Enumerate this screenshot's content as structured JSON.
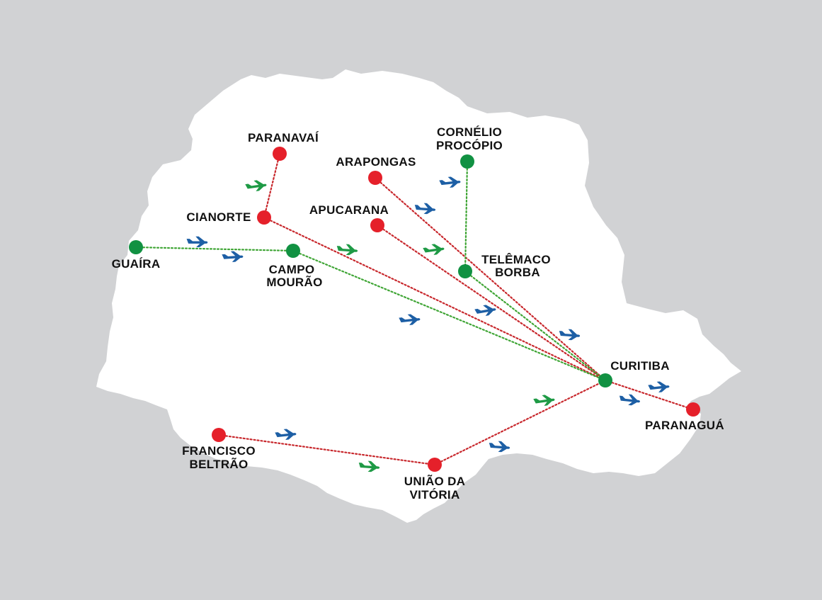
{
  "colors": {
    "background": "#d1d2d4",
    "land": "#ffffff",
    "red_city": "#e5202a",
    "green_city": "#119142",
    "red_route": "#c8282d",
    "green_route": "#3fa535",
    "blue_plane": "#1d5fa5",
    "green_plane": "#1e9a45"
  },
  "cities": {
    "paranavai": {
      "name": "PARANAVAÍ",
      "status": "red"
    },
    "cornelio": {
      "name_line1": "CORNÉLIO",
      "name_line2": "PROCÓPIO",
      "status": "green"
    },
    "arapongas": {
      "name": "ARAPONGAS",
      "status": "red"
    },
    "apucarana": {
      "name": "APUCARANA",
      "status": "red"
    },
    "cianorte": {
      "name": "CIANORTE",
      "status": "red"
    },
    "guaira": {
      "name": "GUAÍRA",
      "status": "green"
    },
    "campo_mourao": {
      "name_line1": "CAMPO",
      "name_line2": "MOURÃO",
      "status": "green"
    },
    "telemaco": {
      "name_line1": "TELÊMACO",
      "name_line2": "BORBA",
      "status": "green"
    },
    "curitiba": {
      "name": "CURITIBA",
      "status": "green"
    },
    "paranagua": {
      "name": "PARANAGUÁ",
      "status": "red"
    },
    "francisco": {
      "name_line1": "FRANCISCO",
      "name_line2": "BELTRÃO",
      "status": "red"
    },
    "uniao": {
      "name_line1": "UNIÃO DA",
      "name_line2": "VITÓRIA",
      "status": "red"
    }
  },
  "routes": [
    {
      "from": "paranavai",
      "to": "cianorte",
      "color": "red"
    },
    {
      "from": "cianorte",
      "to": "curitiba",
      "color": "red"
    },
    {
      "from": "arapongas",
      "to": "curitiba",
      "color": "red"
    },
    {
      "from": "apucarana",
      "to": "curitiba",
      "color": "red"
    },
    {
      "from": "cornelio",
      "to": "telemaco",
      "color": "green"
    },
    {
      "from": "telemaco",
      "to": "curitiba",
      "color": "green"
    },
    {
      "from": "guaira",
      "to": "campo_mourao",
      "color": "green"
    },
    {
      "from": "campo_mourao",
      "to": "curitiba",
      "color": "green"
    },
    {
      "from": "curitiba",
      "to": "paranagua",
      "color": "red"
    },
    {
      "from": "uniao",
      "to": "curitiba",
      "color": "red"
    },
    {
      "from": "francisco",
      "to": "uniao",
      "color": "red"
    }
  ],
  "planes": [
    {
      "icon": "airplane-icon",
      "color": "green"
    },
    {
      "icon": "airplane-icon",
      "color": "blue"
    },
    {
      "icon": "airplane-icon",
      "color": "blue"
    },
    {
      "icon": "airplane-icon",
      "color": "blue"
    },
    {
      "icon": "airplane-icon",
      "color": "blue"
    },
    {
      "icon": "airplane-icon",
      "color": "green"
    },
    {
      "icon": "airplane-icon",
      "color": "green"
    },
    {
      "icon": "airplane-icon",
      "color": "blue"
    },
    {
      "icon": "airplane-icon",
      "color": "blue"
    },
    {
      "icon": "airplane-icon",
      "color": "blue"
    },
    {
      "icon": "airplane-icon",
      "color": "blue"
    },
    {
      "icon": "airplane-icon",
      "color": "blue"
    },
    {
      "icon": "airplane-icon",
      "color": "green"
    },
    {
      "icon": "airplane-icon",
      "color": "blue"
    },
    {
      "icon": "airplane-icon",
      "color": "blue"
    },
    {
      "icon": "airplane-icon",
      "color": "green"
    }
  ]
}
